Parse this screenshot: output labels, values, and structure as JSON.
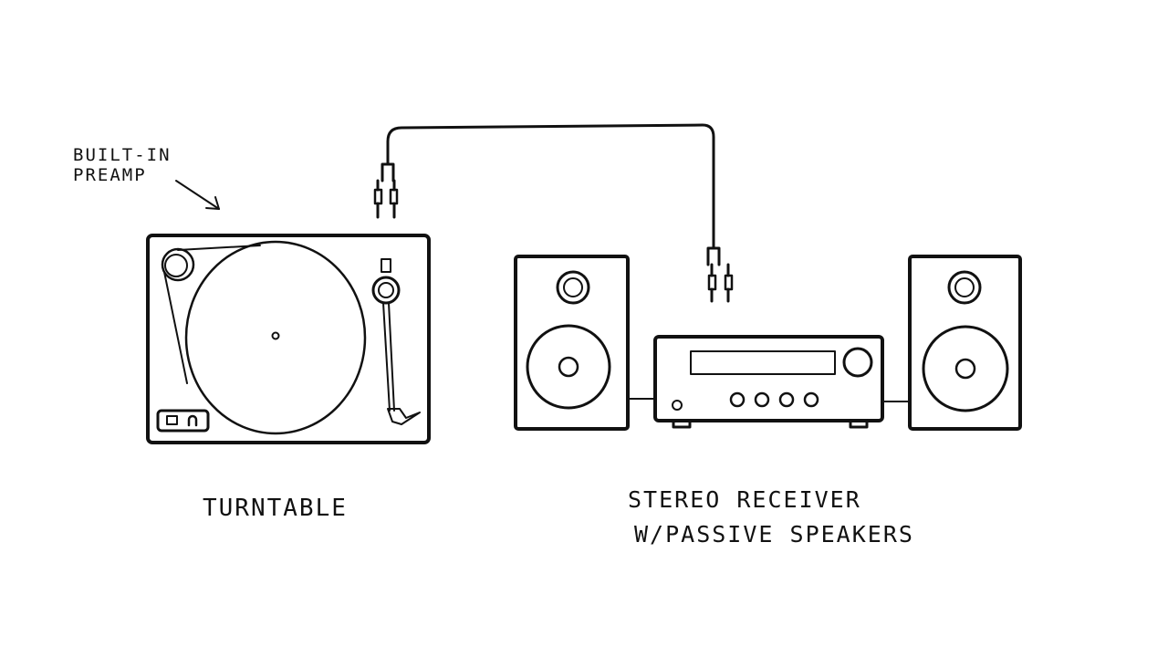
{
  "annotations": {
    "preamp_line1": "BUILT-IN",
    "preamp_line2": "PREAMP"
  },
  "labels": {
    "turntable": "TURNTABLE",
    "receiver_line1": "STEREO RECEIVER",
    "receiver_line2": "W/PASSIVE SPEAKERS"
  },
  "colors": {
    "ink": "#111111",
    "background": "#ffffff"
  }
}
